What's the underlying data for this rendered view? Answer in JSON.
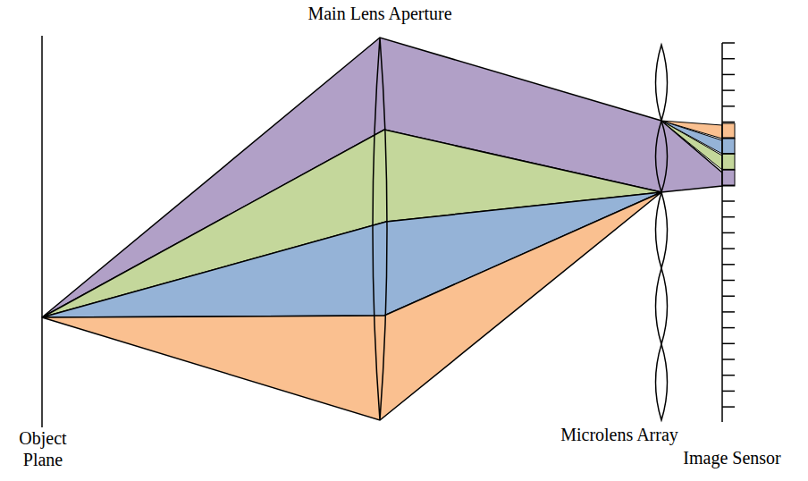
{
  "diagram": {
    "labels": [
      "Main Lens Aperture",
      "Object Plane",
      "Microlens Array",
      "Image Sensor"
    ]
  }
}
